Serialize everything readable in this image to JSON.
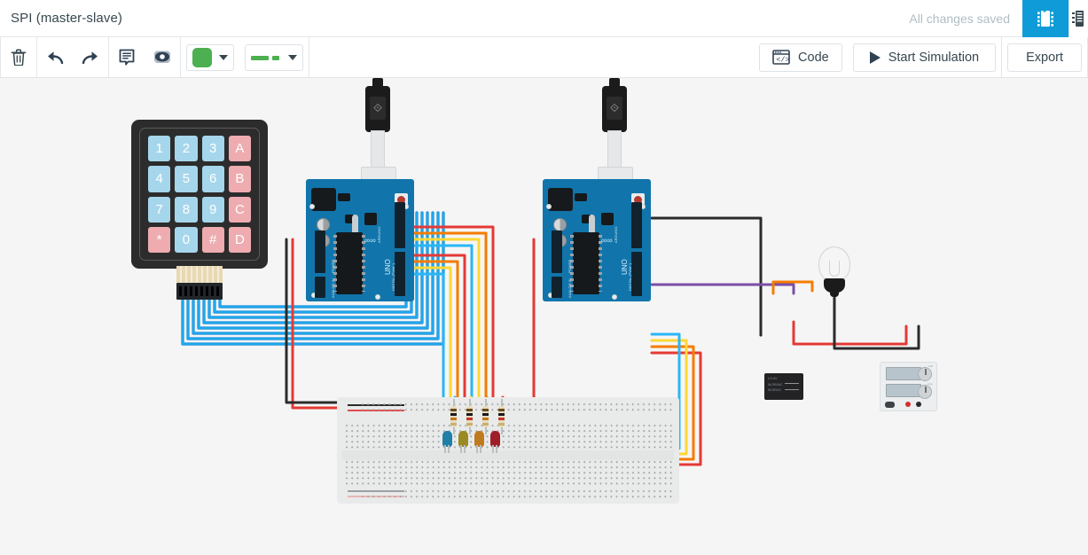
{
  "titlebar": {
    "doc_title": "SPI (master-slave)",
    "save_status": "All changes saved",
    "chip_button_icon": "integrated-circuit-icon",
    "components_button_icon": "components-panel-icon"
  },
  "toolbar": {
    "delete_icon": "trash-icon",
    "undo_icon": "undo-arrow-icon",
    "redo_icon": "redo-arrow-icon",
    "notes_icon": "note-icon",
    "visibility_icon": "eye-icon",
    "color_swatch": "#4CAF50",
    "color_caret_icon": "chevron-down-icon",
    "line_style_color": "#4CAF50",
    "line_caret_icon": "chevron-down-icon",
    "code_label": "Code",
    "code_icon": "code-window-icon",
    "simulate_label": "Start Simulation",
    "simulate_icon": "play-icon",
    "export_label": "Export"
  },
  "canvas": {
    "background": "#f5f5f5",
    "keypad": {
      "name": "4x4 Membrane Keypad",
      "keys": [
        {
          "label": "1",
          "type": "num"
        },
        {
          "label": "2",
          "type": "num"
        },
        {
          "label": "3",
          "type": "num"
        },
        {
          "label": "A",
          "type": "ltr"
        },
        {
          "label": "4",
          "type": "num"
        },
        {
          "label": "5",
          "type": "num"
        },
        {
          "label": "6",
          "type": "num"
        },
        {
          "label": "B",
          "type": "ltr"
        },
        {
          "label": "7",
          "type": "num"
        },
        {
          "label": "8",
          "type": "num"
        },
        {
          "label": "9",
          "type": "num"
        },
        {
          "label": "C",
          "type": "ltr"
        },
        {
          "label": "*",
          "type": "ltr"
        },
        {
          "label": "0",
          "type": "num"
        },
        {
          "label": "#",
          "type": "ltr"
        },
        {
          "label": "D",
          "type": "ltr"
        }
      ],
      "key_num_color": "#a6d6ec",
      "key_ltr_color": "#eeacb0"
    },
    "boards": [
      {
        "name": "Arduino Uno R3 (master)",
        "silk_brand": "ARDUINO",
        "silk_model": "UNO",
        "digital_label": "DIGITAL (PWM~)",
        "analog_label": "ANALOG IN",
        "power_label": "POWER",
        "digital_pins": [
          "AREF",
          "GND",
          "13",
          "12",
          "~11",
          "~10",
          "~9",
          "8",
          "7",
          "~6",
          "~5",
          "4",
          "~3",
          "2",
          "TX>1",
          "RX<0"
        ],
        "analog_pins": [
          "A0",
          "A1",
          "A2",
          "A3",
          "A4",
          "A5"
        ],
        "power_pins": [
          "IOREF",
          "RESET",
          "3.3V",
          "5V",
          "GND",
          "GND",
          "VIN"
        ]
      },
      {
        "name": "Arduino Uno R3 (slave)",
        "silk_brand": "ARDUINO",
        "silk_model": "UNO",
        "digital_label": "DIGITAL (PWM~)",
        "analog_label": "ANALOG IN",
        "power_label": "POWER",
        "digital_pins": [
          "AREF",
          "GND",
          "13",
          "12",
          "~11",
          "~10",
          "~9",
          "8",
          "7",
          "~6",
          "~5",
          "4",
          "~3",
          "2",
          "TX>1",
          "RX<0"
        ],
        "analog_pins": [
          "A0",
          "A1",
          "A2",
          "A3",
          "A4",
          "A5"
        ],
        "power_pins": [
          "IOREF",
          "RESET",
          "3.3V",
          "5V",
          "GND",
          "GND",
          "VIN"
        ]
      }
    ],
    "breadboard": {
      "name": "Breadboard (full+)",
      "positive_rail": "#e04b4b",
      "negative_rail": "#2b2b2b"
    },
    "leds": [
      {
        "color": "#1f7fa6"
      },
      {
        "color": "#9a8a22"
      },
      {
        "color": "#c07a1e"
      },
      {
        "color": "#9e1f27"
      }
    ],
    "resistors": [
      {
        "bands": [
          "#6b4a21",
          "#1b1b1b",
          "#c07a1e",
          "#c8b070"
        ]
      },
      {
        "bands": [
          "#6b4a21",
          "#1b1b1b",
          "#c0392b",
          "#c8b070"
        ]
      },
      {
        "bands": [
          "#6b4a21",
          "#1b1b1b",
          "#c07a1e",
          "#c8b070"
        ]
      },
      {
        "bands": [
          "#6b4a21",
          "#1b1b1b",
          "#c0392b",
          "#c8b070"
        ]
      }
    ],
    "relay": {
      "name": "Relay SPDT",
      "line1": "LY1-5V",
      "line2": "5A 250VAC",
      "line3": "5A 30VDC"
    },
    "bulb": {
      "name": "Light bulb"
    },
    "power_supply": {
      "name": "DC power supply",
      "knob1": "Volt",
      "knob2": "Amp"
    },
    "wire_colors": {
      "cyan": "#29b6f6",
      "red": "#e53935",
      "orange": "#f57c00",
      "yellow": "#fdd835",
      "black": "#2b2b2b",
      "purple": "#7b4ea8",
      "blue": "#0d8bd9"
    }
  }
}
